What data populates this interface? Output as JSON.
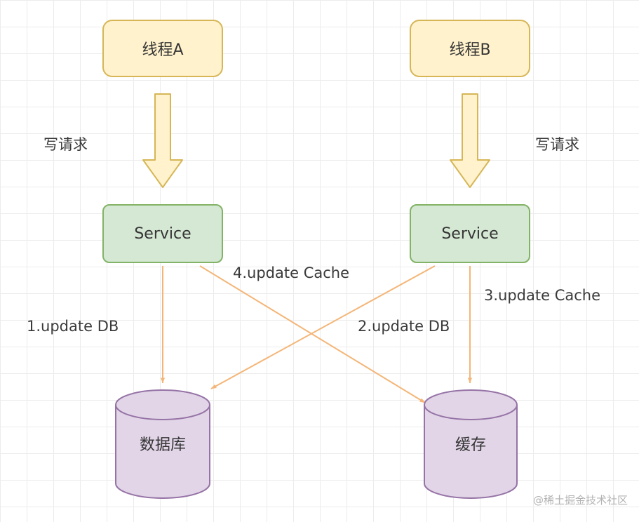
{
  "diagram": {
    "nodes": {
      "thread_a": {
        "label": "线程A"
      },
      "thread_b": {
        "label": "线程B"
      },
      "service_a": {
        "label": "Service"
      },
      "service_b": {
        "label": "Service"
      },
      "database": {
        "label": "数据库"
      },
      "cache": {
        "label": "缓存"
      }
    },
    "edge_labels": {
      "write_request_left": "写请求",
      "write_request_right": "写请求",
      "update_db_1": "1.update DB",
      "update_db_2": "2.update DB",
      "update_cache_3": "3.update Cache",
      "update_cache_4": "4.update Cache"
    },
    "watermark": "@稀土掘金技术社区",
    "colors": {
      "thread_fill": "#fff2cc",
      "thread_stroke": "#d6b656",
      "service_fill": "#d5e8d4",
      "service_stroke": "#82b366",
      "cylinder_fill": "#e1d5e7",
      "cylinder_stroke": "#9673a6",
      "connector": "#f4b678",
      "grid": "#ececec",
      "text": "#3a3a3a",
      "watermark_text": "#b3b3b3"
    }
  }
}
